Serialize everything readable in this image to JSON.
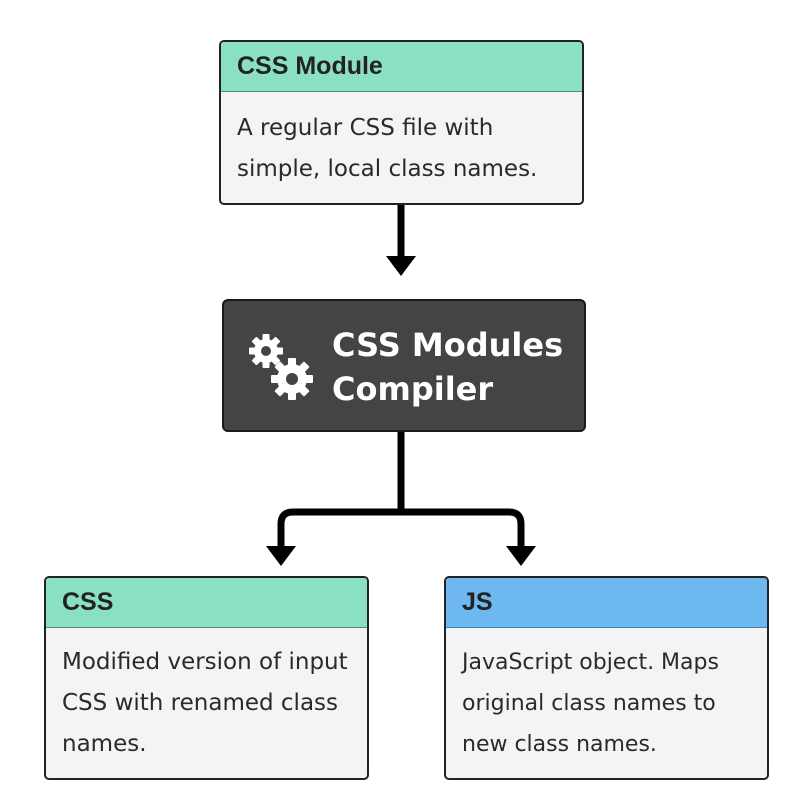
{
  "nodes": {
    "css_module": {
      "title": "CSS Module",
      "body": "A regular CSS file with simple, local class names.",
      "header_color": "#8ae0c3"
    },
    "compiler": {
      "title": "CSS Modules\nCompiler",
      "icon": "gears-icon",
      "fill_color": "#444444"
    },
    "css_output": {
      "title": "CSS",
      "body": "Modified version of input CSS with renamed class names.",
      "header_color": "#8ae0c3"
    },
    "js_output": {
      "title": "JS",
      "body": "JavaScript object. Maps original class names to new class names.",
      "header_color": "#6db8ee"
    }
  },
  "edges": [
    {
      "from": "css_module",
      "to": "compiler"
    },
    {
      "from": "compiler",
      "to": "css_output"
    },
    {
      "from": "compiler",
      "to": "js_output"
    }
  ]
}
